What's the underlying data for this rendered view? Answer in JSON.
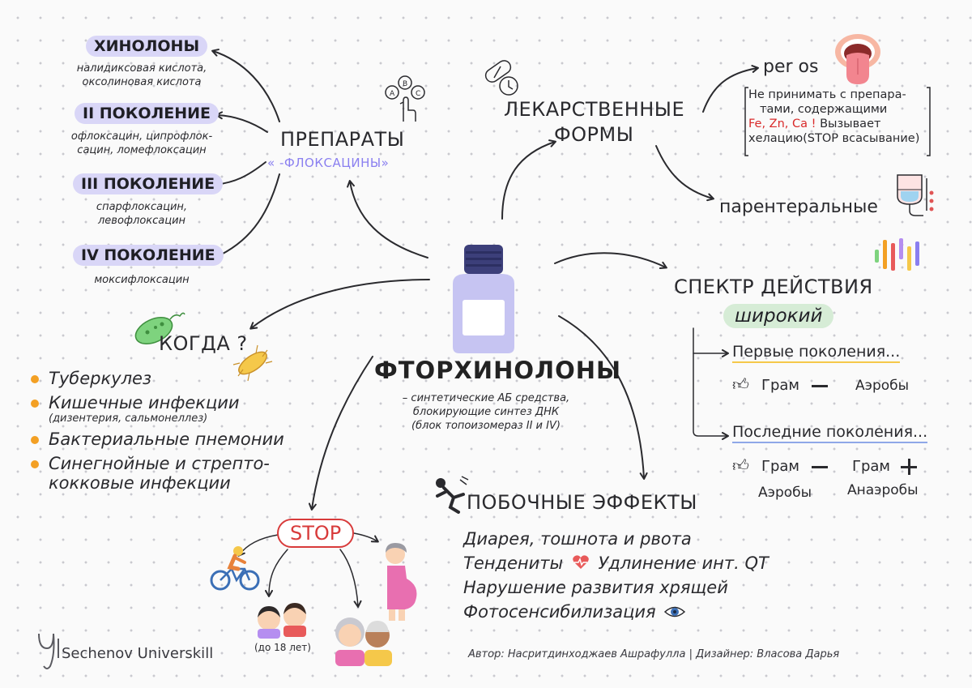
{
  "center": {
    "title": "ФТОРХИНОЛОНЫ",
    "subtitle_lines": [
      "– синтетические АБ средства,",
      "блокирующие синтез ДНК",
      "(блок топоизомераз II и IV)"
    ]
  },
  "preparaty": {
    "title": "ПРЕПАРАТЫ",
    "subtitle": "« -ФЛОКСАЦИНЫ»",
    "groups": [
      {
        "name": "ХИНОЛОНЫ",
        "drugs": [
          "налидиксовая кислота,",
          "оксолиновая кислота"
        ]
      },
      {
        "name": "II ПОКОЛЕНИЕ",
        "drugs": [
          "офлоксацин, ципрофлок-",
          "сацин, ломефлоксацин"
        ]
      },
      {
        "name": "III ПОКОЛЕНИЕ",
        "drugs": [
          "спарфлоксацин,",
          "левофлоксацин"
        ]
      },
      {
        "name": "IV ПОКОЛЕНИЕ",
        "drugs": [
          "моксифлоксацин"
        ]
      }
    ]
  },
  "forms": {
    "title_lines": [
      "ЛЕКАРСТВЕННЫЕ",
      "ФОРМЫ"
    ],
    "per_os": "per os",
    "note": {
      "line1": "Не принимать с препара-",
      "line2": "тами, содержащими",
      "ions": "Fe, Zn, Ca !",
      "line3_rest": " Вызывает",
      "line4": "хелацию(STOP всасывание)"
    },
    "parenteral": "парентеральные"
  },
  "spectrum": {
    "title": "СПЕКТР ДЕЙСТВИЯ",
    "breadth": "широкий",
    "first": {
      "label": "Первые поколения...",
      "gram": "Грам",
      "sign": "–",
      "target": "Аэробы"
    },
    "last": {
      "label": "Последние поколения...",
      "gram1": "Грам",
      "sign1": "–",
      "target1": "Аэробы",
      "gram2": "Грам",
      "sign2": "+",
      "target2": "Анаэробы"
    }
  },
  "when": {
    "title": "КОГДА ?",
    "items": [
      {
        "text": "Туберкулез",
        "note": ""
      },
      {
        "text": "Кишечные инфекции",
        "note": "(дизентерия, сальмонеллез)"
      },
      {
        "text": "Бактериальные пнемонии",
        "note": ""
      },
      {
        "text": "Синегнойные и стрепто-",
        "text2": "кокковые инфекции",
        "note": ""
      }
    ]
  },
  "side_effects": {
    "title": "ПОБОЧНЫЕ ЭФФЕКТЫ",
    "items": [
      "Диарея, тошнота и рвота",
      "Тендениты",
      "Удлинение инт. QT",
      "Нарушение развития хрящей",
      "Фотосенсибилизация"
    ]
  },
  "stop": {
    "label": "STOP",
    "children_note": "(до 18 лет)"
  },
  "footer": {
    "brand": "Sechenov Universkill",
    "credits": "Автор: Насритдинходжаев Ашрафулла | Дизайнер: Власова Дарья"
  },
  "colors": {
    "accent_pill": "#d9d6f7",
    "green_pill": "#d6ecd6",
    "stop_red": "#d83b3b",
    "bullet": "#f3a024",
    "subtitle_purple": "#8a7ff0"
  }
}
